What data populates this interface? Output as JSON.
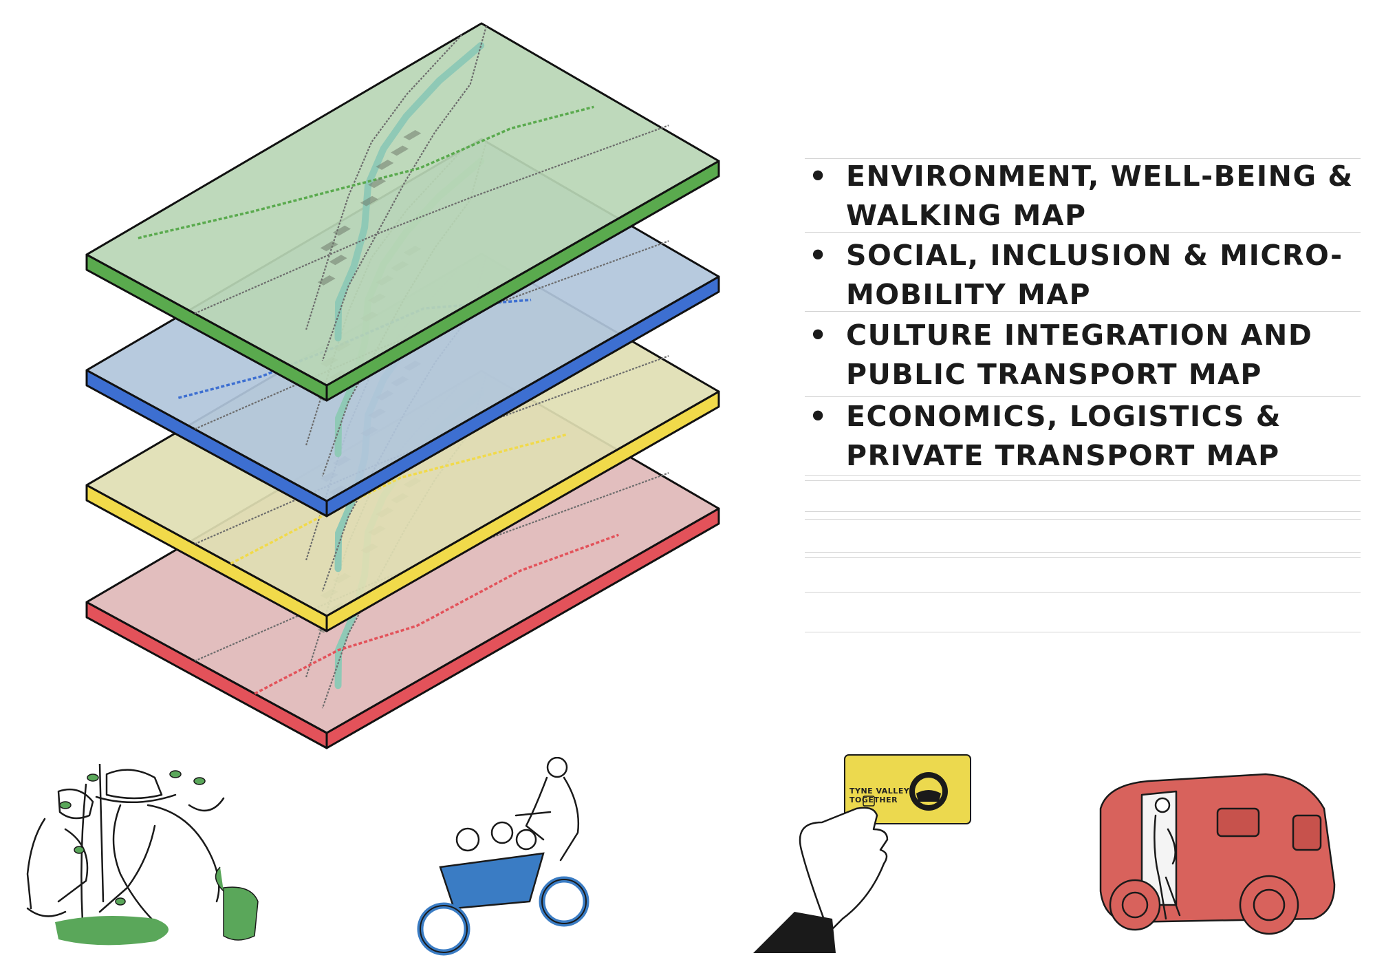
{
  "legend": {
    "items": [
      {
        "line1": "ENVIRONMENT, WELL-BEING &",
        "line2": "WALKING MAP"
      },
      {
        "line1": "SOCIAL, INCLUSION & MICRO-",
        "line2": "MOBILITY MAP"
      },
      {
        "line1": "CULTURE INTEGRATION AND",
        "line2": "PUBLIC TRANSPORT MAP"
      },
      {
        "line1": "ECONOMICS, LOGISTICS &",
        "line2": "PRIVATE TRANSPORT MAP"
      }
    ],
    "bullet": "•"
  },
  "layers": [
    {
      "name": "environment",
      "color": "#5aaa4e",
      "fill": "#b9d6b5"
    },
    {
      "name": "social",
      "color": "#3d6fd1",
      "fill": "#b1c5db"
    },
    {
      "name": "culture",
      "color": "#f1da4a",
      "fill": "#e0deb3"
    },
    {
      "name": "economics",
      "color": "#e3525a",
      "fill": "#e0b9b8"
    }
  ],
  "illustrations": [
    {
      "icon": "gardening-people-icon",
      "color": "#5aa75a"
    },
    {
      "icon": "cargo-bike-family-icon",
      "color": "#3a7cc4"
    },
    {
      "icon": "transit-card-hand-icon",
      "color": "#ecd94e"
    },
    {
      "icon": "autonomous-shuttle-icon",
      "color": "#d8625c"
    }
  ],
  "card": {
    "text_line1": "TYNE VALLEY",
    "text_line2": "TOGETHER"
  }
}
